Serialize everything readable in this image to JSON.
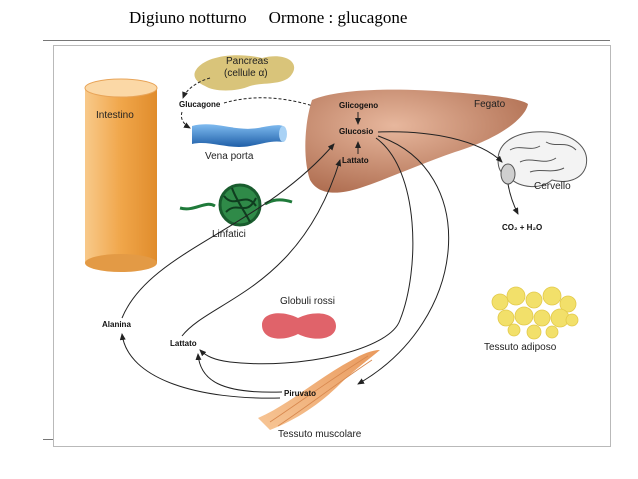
{
  "header": {
    "left": "Digiuno notturno",
    "right": "Ormone : glucagone"
  },
  "labels": {
    "pancreas_line1": "Pancreas",
    "pancreas_line2": "(cellule α)",
    "intestine": "Intestino",
    "glucagon": "Glucagone",
    "portal_vein": "Vena porta",
    "lymphatics": "Linfatici",
    "liver": "Fegato",
    "glycogen": "Glicogeno",
    "glucose": "Glucosio",
    "lactate_liver": "Lattato",
    "brain": "Cervello",
    "co2_h2o": "CO₂ + H₂O",
    "alanine": "Alanina",
    "lactate_muscle": "Lattato",
    "red_cells": "Globuli rossi",
    "adipose": "Tessuto adiposo",
    "pyruvate": "Piruvato",
    "muscle": "Tessuto muscolare"
  },
  "colors": {
    "intestine": "#f0a64a",
    "pancreas": "#d9c47a",
    "portal_vein": "#3b86cc",
    "lymphatics": "#1f7a3a",
    "liver": "#c98668",
    "red_cells": "#e0636a",
    "adipose": "#f2e06a",
    "muscle": "#f0b27e",
    "arrow": "#222222"
  }
}
